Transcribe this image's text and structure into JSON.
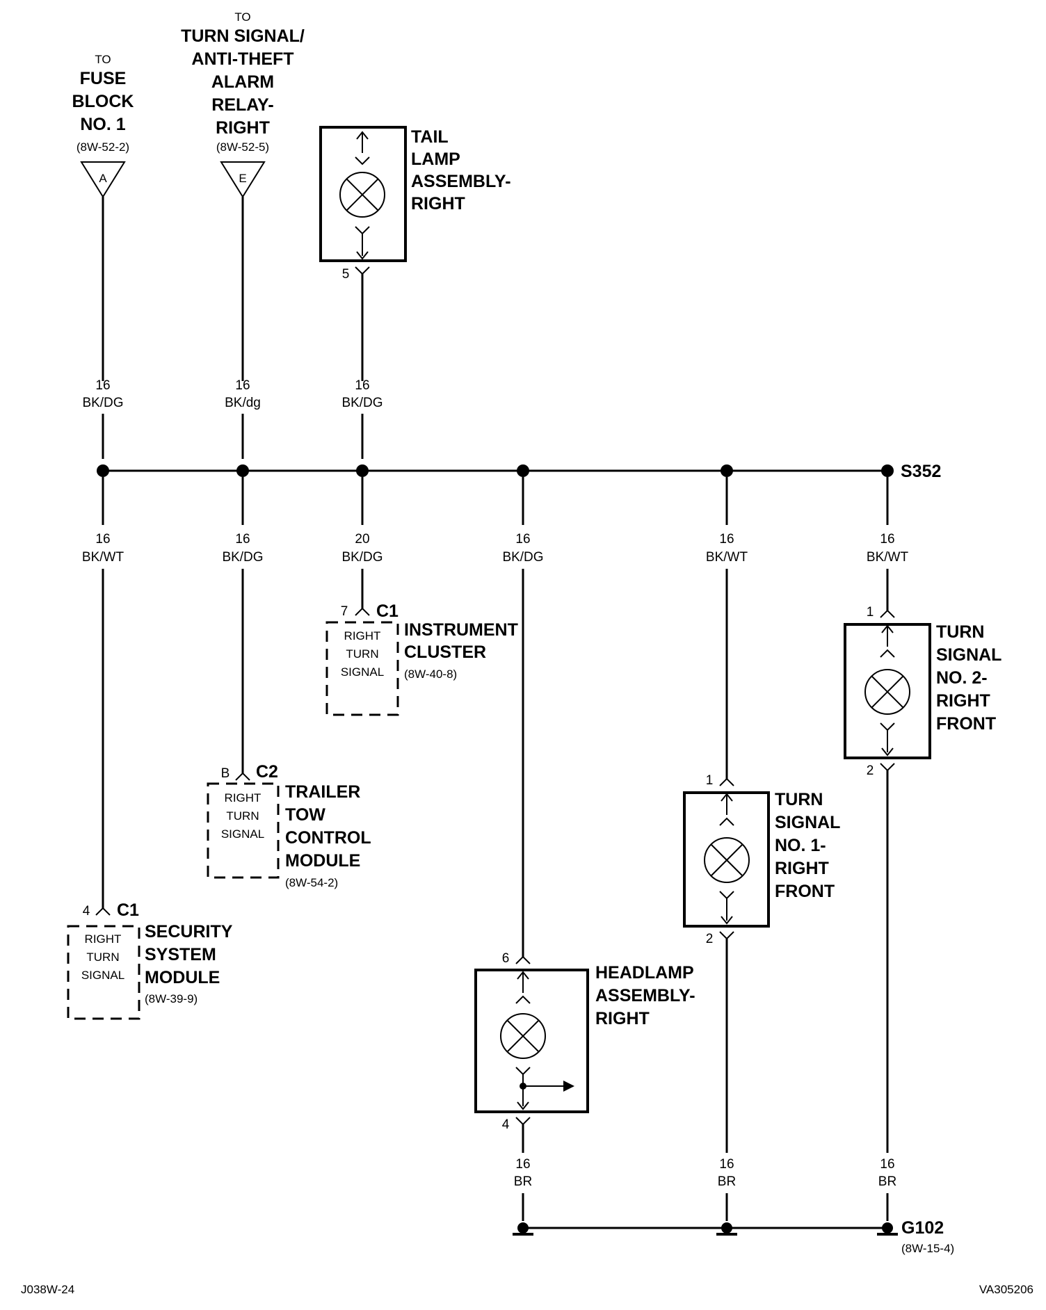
{
  "diagram": {
    "page_id": "J038W-24",
    "figure_id": "VA305206",
    "feeds": [
      {
        "to": "TO",
        "name_lines": [
          "FUSE",
          "BLOCK",
          "NO. 1"
        ],
        "ref": "(8W-52-2)",
        "connector": "A"
      },
      {
        "to": "TO",
        "name_lines": [
          "TURN SIGNAL/",
          "ANTI-THEFT",
          "ALARM",
          "RELAY-",
          "RIGHT"
        ],
        "ref": "(8W-52-5)",
        "connector": "E"
      }
    ],
    "splice": "S352",
    "ground": {
      "id": "G102",
      "ref": "(8W-15-4)"
    },
    "tail_lamp": {
      "name_lines": [
        "TAIL",
        "LAMP",
        "ASSEMBLY-",
        "RIGHT"
      ],
      "pin": "5"
    },
    "upper_wires": [
      {
        "gauge": "16",
        "color": "BK/DG"
      },
      {
        "gauge": "16",
        "color": "BK/dg"
      },
      {
        "gauge": "16",
        "color": "BK/DG"
      }
    ],
    "lower_wires": [
      {
        "gauge": "16",
        "color": "BK/WT"
      },
      {
        "gauge": "16",
        "color": "BK/DG"
      },
      {
        "gauge": "20",
        "color": "BK/DG"
      },
      {
        "gauge": "16",
        "color": "BK/DG"
      },
      {
        "gauge": "16",
        "color": "BK/WT"
      },
      {
        "gauge": "16",
        "color": "BK/WT"
      }
    ],
    "ground_wires": [
      {
        "gauge": "16",
        "color": "BR"
      },
      {
        "gauge": "16",
        "color": "BR"
      },
      {
        "gauge": "16",
        "color": "BR"
      }
    ],
    "modules": [
      {
        "pin": "7",
        "connector": "C1",
        "inner_lines": [
          "RIGHT",
          "TURN",
          "SIGNAL"
        ],
        "name_lines": [
          "INSTRUMENT",
          "CLUSTER"
        ],
        "ref": "(8W-40-8)"
      },
      {
        "pin": "B",
        "connector": "C2",
        "inner_lines": [
          "RIGHT",
          "TURN",
          "SIGNAL"
        ],
        "name_lines": [
          "TRAILER",
          "TOW",
          "CONTROL",
          "MODULE"
        ],
        "ref": "(8W-54-2)"
      },
      {
        "pin": "4",
        "connector": "C1",
        "inner_lines": [
          "RIGHT",
          "TURN",
          "SIGNAL"
        ],
        "name_lines": [
          "SECURITY",
          "SYSTEM",
          "MODULE"
        ],
        "ref": "(8W-39-9)"
      }
    ],
    "headlamp": {
      "name_lines": [
        "HEADLAMP",
        "ASSEMBLY-",
        "RIGHT"
      ],
      "pin_top": "6",
      "pin_bottom": "4"
    },
    "turn_signal_1": {
      "name_lines": [
        "TURN",
        "SIGNAL",
        "NO. 1-",
        "RIGHT",
        "FRONT"
      ],
      "pin_top": "1",
      "pin_bottom": "2"
    },
    "turn_signal_2": {
      "name_lines": [
        "TURN",
        "SIGNAL",
        "NO. 2-",
        "RIGHT",
        "FRONT"
      ],
      "pin_top": "1",
      "pin_bottom": "2"
    }
  }
}
